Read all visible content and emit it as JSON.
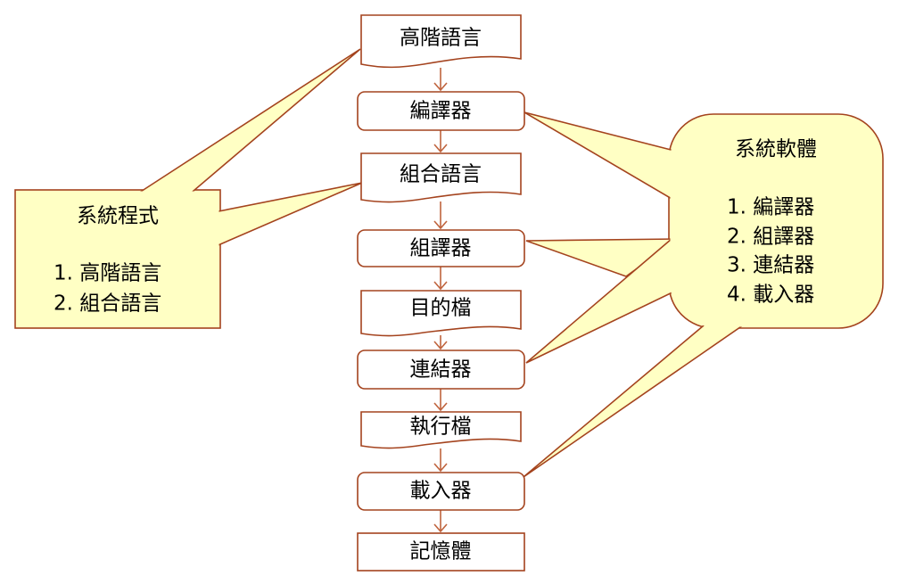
{
  "flow": {
    "nodes": [
      {
        "label": "高階語言",
        "shape": "document"
      },
      {
        "label": "編譯器",
        "shape": "rounded"
      },
      {
        "label": "組合語言",
        "shape": "document"
      },
      {
        "label": "組譯器",
        "shape": "rounded"
      },
      {
        "label": "目的檔",
        "shape": "document"
      },
      {
        "label": "連結器",
        "shape": "rounded"
      },
      {
        "label": "執行檔",
        "shape": "document"
      },
      {
        "label": "載入器",
        "shape": "rounded"
      },
      {
        "label": "記憶體",
        "shape": "rect"
      }
    ]
  },
  "left_callout": {
    "title": "系統程式",
    "items": [
      "1.  高階語言",
      "2.  組合語言"
    ]
  },
  "right_callout": {
    "title": "系統軟體",
    "items": [
      "1. 編譯器",
      "2. 組譯器",
      "3. 連結器",
      "4. 載入器"
    ]
  },
  "colors": {
    "stroke": "#a4431e",
    "callout_fill": "#ffffc4"
  }
}
